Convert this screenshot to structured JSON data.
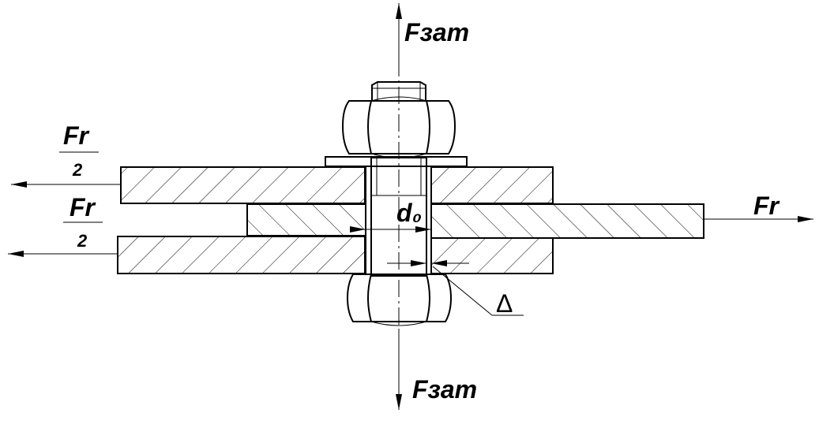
{
  "labels": {
    "force_top": "Fзат",
    "force_bottom": "Fзат",
    "force_right": "Fr",
    "half_top_numerator": "Fr",
    "half_top_denominator": "2",
    "half_bottom_numerator": "Fr",
    "half_bottom_denominator": "2",
    "hole_diameter": "d₀",
    "clearance": "Δ"
  },
  "colors": {
    "line": "#000000",
    "background": "#ffffff"
  }
}
